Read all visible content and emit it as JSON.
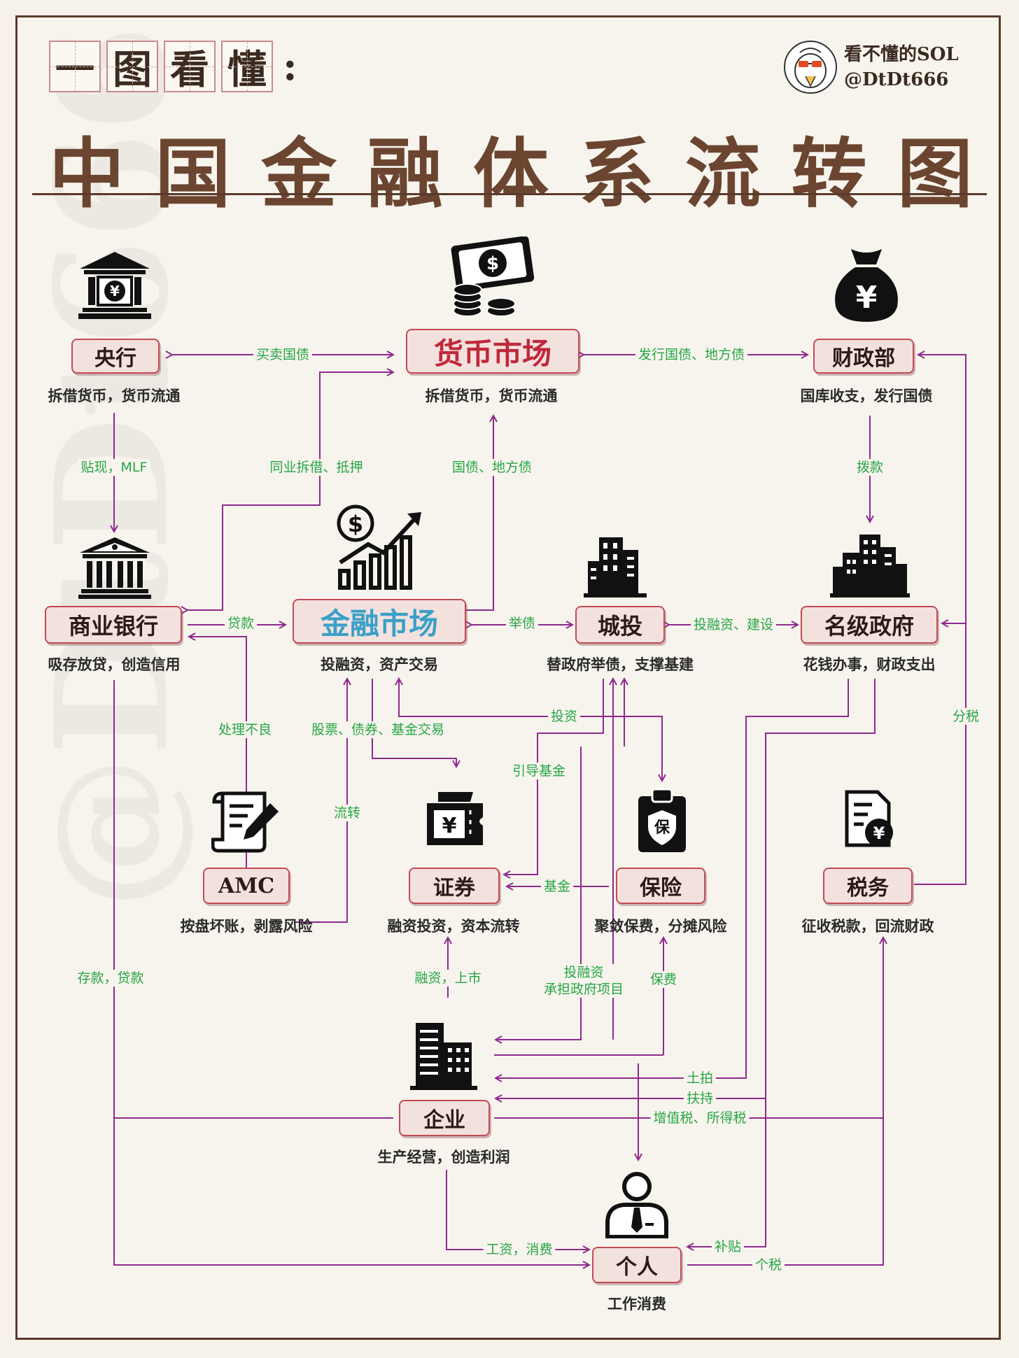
{
  "header": {
    "title_small_chars": [
      "一",
      "图",
      "看",
      "懂"
    ],
    "title_small_colon": ":",
    "title_main_chars": [
      "中",
      "国",
      "金",
      "融",
      "体",
      "系",
      "流",
      "转",
      "图"
    ],
    "author_name": "看不懂的SOL",
    "author_handle": "@DtDt666"
  },
  "watermark": "@DtDt666",
  "nodes": {
    "central_bank": {
      "label": "央行",
      "desc": "拆借货币，货币流通",
      "icon": "bank-icon"
    },
    "money_market": {
      "label": "货币市场",
      "desc": "拆借货币，货币流通",
      "icon": "cash-icon"
    },
    "mof": {
      "label": "财政部",
      "desc": "国库收支，发行国债",
      "icon": "money-bag-icon"
    },
    "commercial_bank": {
      "label": "商业银行",
      "desc": "吸存放贷，创造信用",
      "icon": "bank-building-icon"
    },
    "financial_market": {
      "label": "金融市场",
      "desc": "投融资，资产交易",
      "icon": "growth-chart-icon"
    },
    "lgfv": {
      "label": "城投",
      "desc": "替政府举债，支撑基建",
      "icon": "building-icon"
    },
    "local_gov": {
      "label": "名级政府",
      "desc": "花钱办事，财政支出",
      "icon": "city-icon"
    },
    "amc": {
      "label": "AMC",
      "desc": "按盘坏账，剥露风险",
      "icon": "document-pen-icon"
    },
    "securities": {
      "label": "证券",
      "desc": "融资投资，资本流转",
      "icon": "ticket-icon"
    },
    "insurance": {
      "label": "保险",
      "desc": "聚敛保费，分摊风险",
      "icon": "clipboard-icon"
    },
    "tax": {
      "label": "税务",
      "desc": "征收税款，回流财政",
      "icon": "tax-doc-icon"
    },
    "enterprise": {
      "label": "企业",
      "desc": "生产经营，创造利润",
      "icon": "office-icon"
    },
    "individual": {
      "label": "个人",
      "desc": "工作消费",
      "icon": "person-icon"
    }
  },
  "edges": {
    "cb_mm": "买卖国债",
    "mm_mof": "发行国债、地方债",
    "cb_bank": "贴现，MLF",
    "bank_mm": "同业拆借、抵押",
    "fm_mm": "国债、地方债",
    "mof_gov": "拨款",
    "bank_fm": "贷款",
    "fm_lgfv": "举债",
    "lgfv_gov": "投融资、建设",
    "tax_mof": "分税",
    "amc_bank": "处理不良",
    "fm_sec": "股票、债券、基金交易",
    "ins_fm": "投资",
    "gov_fund": "引导基金",
    "amc_fm": "流转",
    "ins_sec": "基金",
    "bank_ent": "存款，贷款",
    "ent_sec": "融资，上市",
    "lgfv_ent": "投融资\n承担政府项目",
    "ind_ins": "保费",
    "gov_ent_land": "土拍",
    "gov_ent_support": "扶持",
    "ent_tax": "增值税、所得税",
    "ent_ind": "工资，消费",
    "gov_ind": "补贴",
    "ind_tax": "个税"
  },
  "colors": {
    "line": "#8e2a8e",
    "label": "#27a644",
    "node_border": "#c34a55",
    "node_fill": "#f3e1de",
    "title": "#6b4530"
  }
}
